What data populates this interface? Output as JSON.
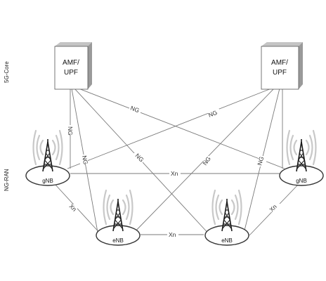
{
  "layers": {
    "core": "5G-Core",
    "ran": "NG-RAN"
  },
  "core_nodes": [
    {
      "line1": "AMF/",
      "line2": "UPF"
    },
    {
      "line1": "AMF/",
      "line2": "UPF"
    }
  ],
  "stations": [
    {
      "label": "gNB"
    },
    {
      "label": "gNB"
    },
    {
      "label": "eNB"
    },
    {
      "label": "eNB"
    }
  ],
  "interfaces": {
    "ng": "NG",
    "xn": "Xn"
  },
  "colors": {
    "line": "#7a7a7a",
    "box_front": "#ffffff",
    "box_shadow": "#9a9a9a",
    "radio_wave": "#c8c8c8"
  }
}
